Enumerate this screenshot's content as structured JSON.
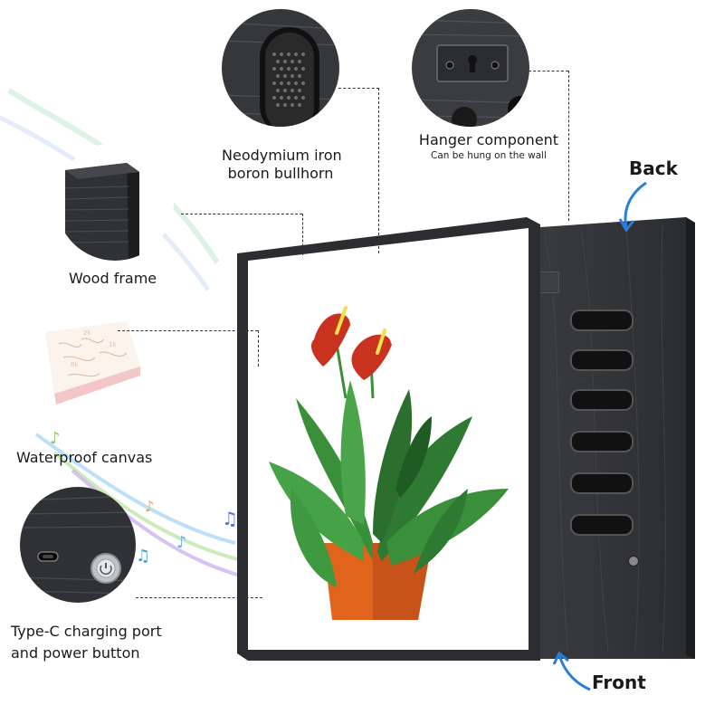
{
  "callouts": {
    "speaker": {
      "line1": "Neodymium iron",
      "line2": "boron bullhorn",
      "icon": "speaker-grille-icon"
    },
    "hanger": {
      "title": "Hanger component",
      "subtitle": "Can be hung on the wall",
      "icon": "hanger-bracket-icon"
    },
    "wood_frame": {
      "label": "Wood frame",
      "icon": "wood-frame-corner-icon"
    },
    "canvas": {
      "label": "Waterproof canvas",
      "icon": "canvas-sample-icon"
    },
    "port": {
      "line1": "Type-C charging port",
      "line2": "and power button",
      "icon": "usb-c-port-icon"
    }
  },
  "orientation": {
    "back": "Back",
    "front": "Front"
  },
  "colors": {
    "frame": "#2b2d30",
    "accent_arrow": "#2a7fd4",
    "flower_red": "#c9321f",
    "leaf_green": "#3a8f3a",
    "pot_orange": "#e0641c"
  }
}
